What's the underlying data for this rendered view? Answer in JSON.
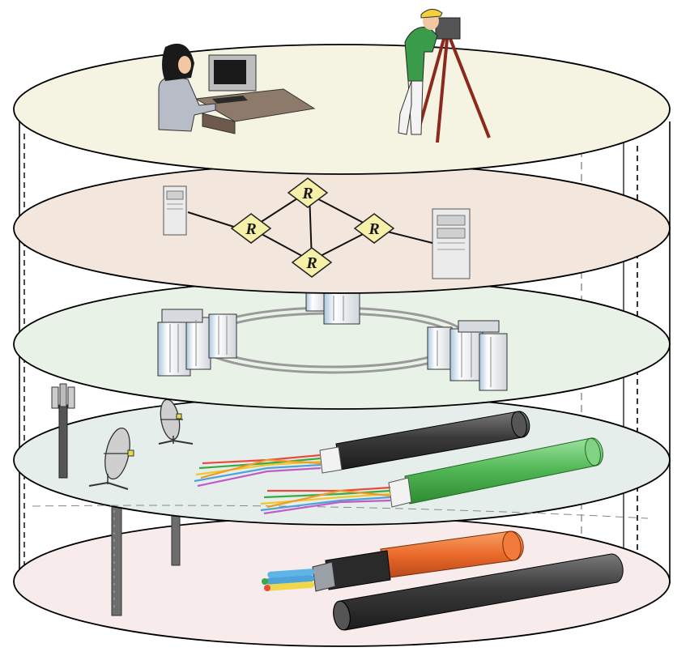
{
  "diagram": {
    "colors": {
      "application_layer": "#f5f4e3",
      "network_layer": "#f3e7dd",
      "data_center_layer": "#e9f2e6",
      "transmission_layer": "#e6eeec",
      "physical_layer": "#f7eceb",
      "router": "#f7f0a8",
      "rack": "#e4e7ea",
      "rack_blue": "#aac7dd",
      "cable_dark": "#3b3b3b",
      "cable_green": "#58b85b",
      "cable_orange": "#ea6a2a"
    },
    "layers": [
      {
        "id": "application",
        "icons": [
          "office-worker-icon",
          "surveyor-icon"
        ]
      },
      {
        "id": "network",
        "icons": [
          "server-icon",
          "router-icon"
        ]
      },
      {
        "id": "data-center",
        "icons": [
          "server-rack-icon"
        ]
      },
      {
        "id": "transmission",
        "icons": [
          "cell-tower-icon",
          "satellite-dish-icon",
          "fiber-cable-icon"
        ]
      },
      {
        "id": "physical",
        "icons": [
          "duct-icon",
          "power-cable-icon"
        ]
      }
    ],
    "routers": [
      {
        "label": "R"
      },
      {
        "label": "R"
      },
      {
        "label": "R"
      },
      {
        "label": "R"
      }
    ]
  }
}
